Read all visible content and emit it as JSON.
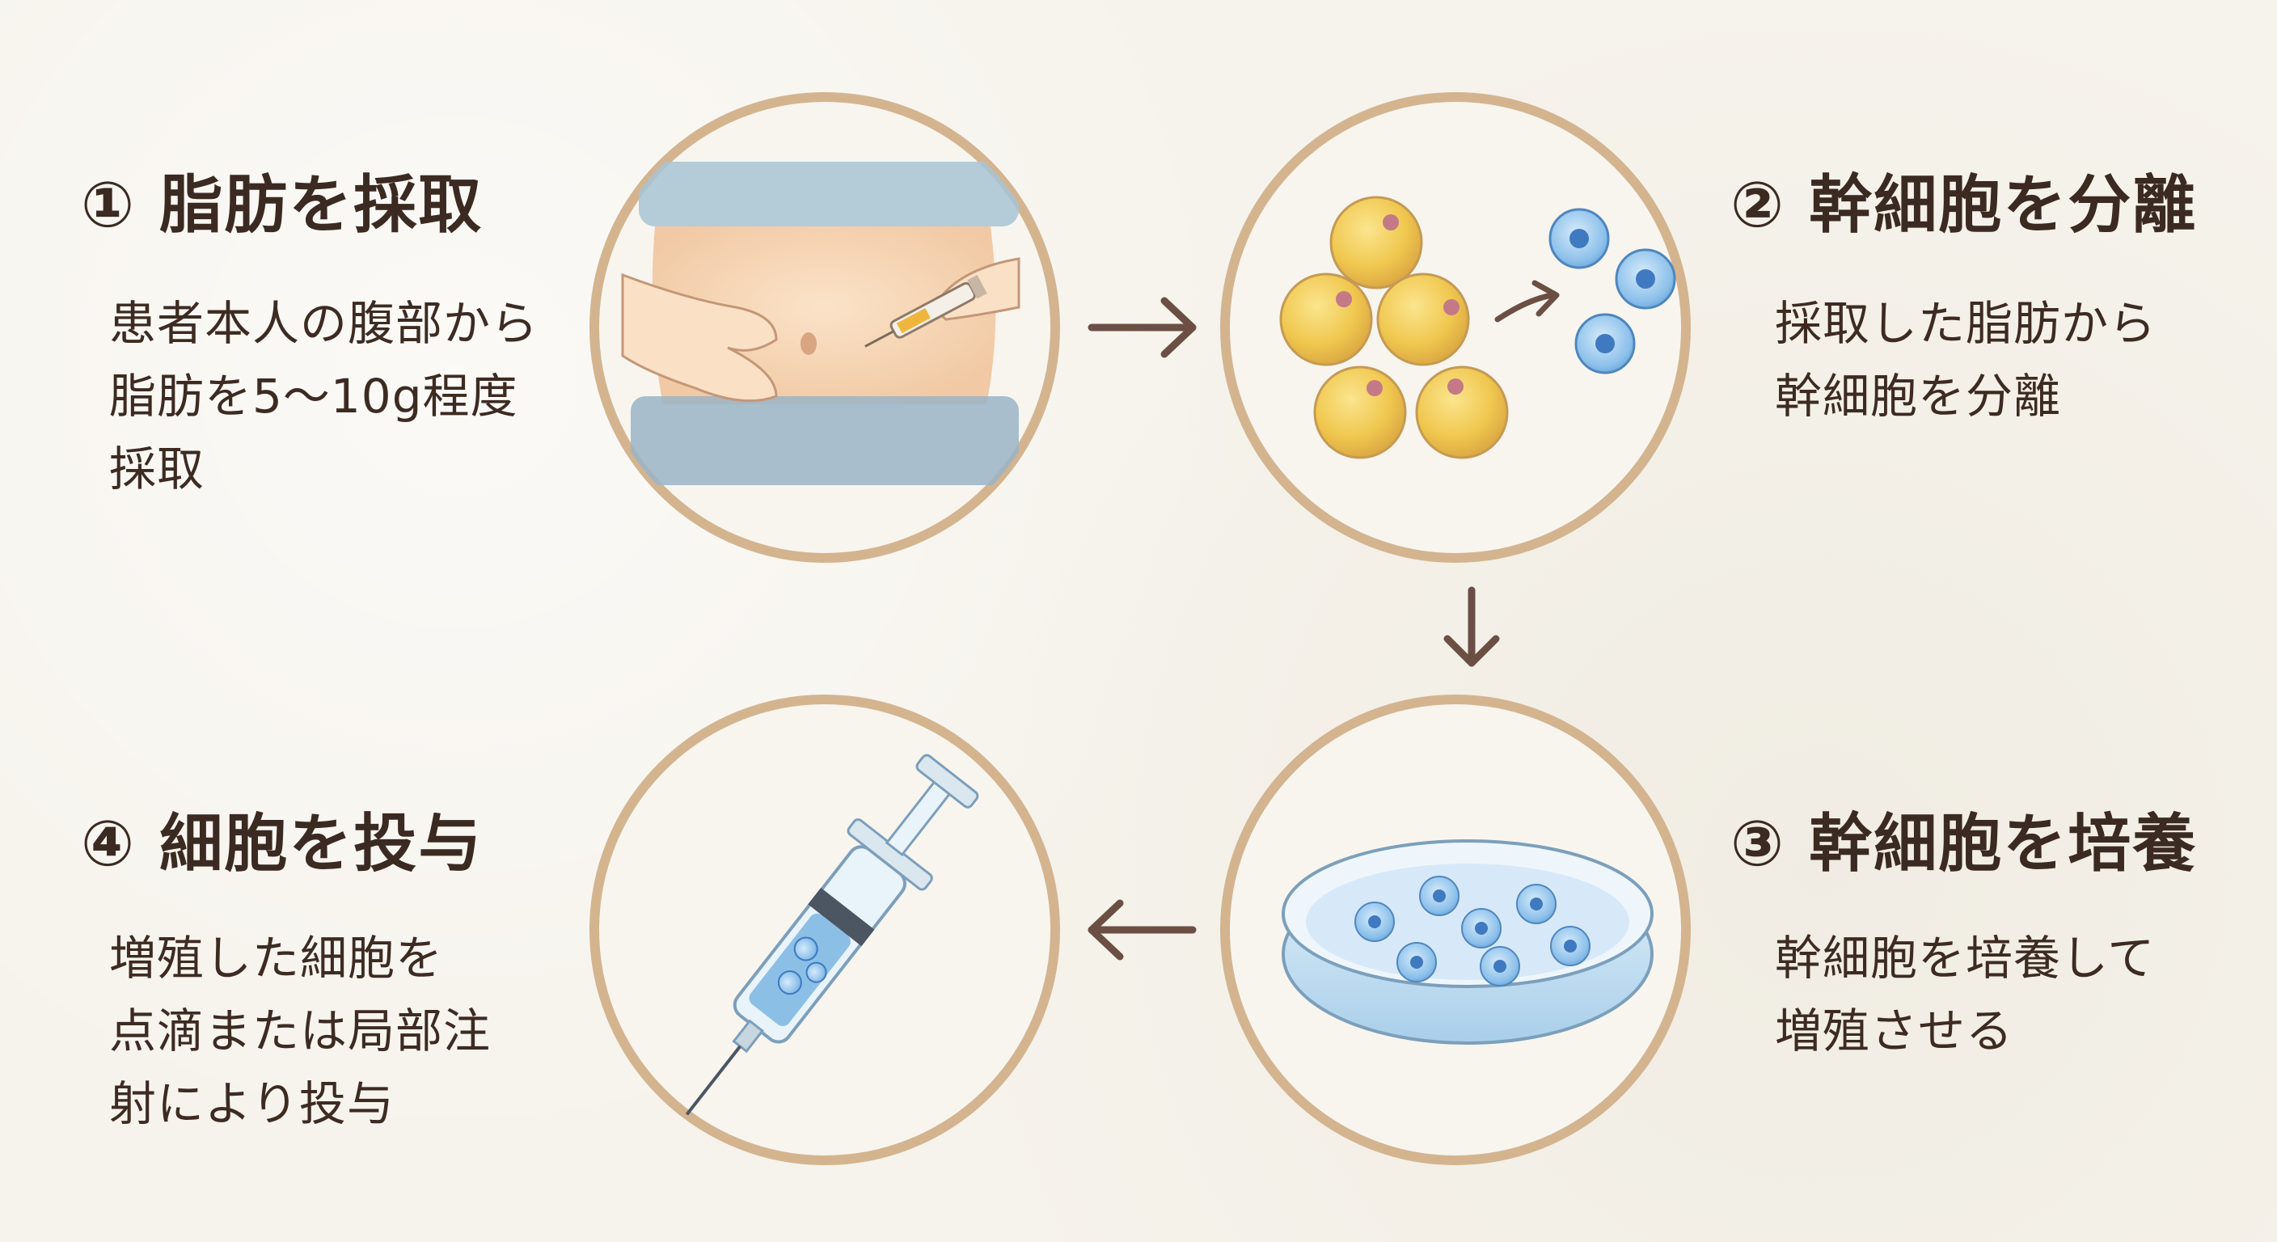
{
  "steps": [
    {
      "title": "① 脂肪を採取",
      "lines": [
        "患者本人の腹部から",
        "脂肪を5〜10g程度",
        "採取"
      ]
    },
    {
      "title": "② 幹細胞を分離",
      "lines": [
        "採取した脂肪から",
        "幹細胞を分離"
      ]
    },
    {
      "title": "③ 幹細胞を培養",
      "lines": [
        "幹細胞を培養して",
        "増殖させる"
      ]
    },
    {
      "title": "④ 細胞を投与",
      "lines": [
        "増殖した細胞を",
        "点滴または局部注",
        "射により投与"
      ]
    }
  ],
  "colors": {
    "circle_border": "#d4b48f",
    "arrow": "#6b4f44",
    "fat_cell": "#f0c850",
    "stem_cell": "#5f9bd6",
    "text": "#3b2a21"
  },
  "icons": [
    "abdomen-injection-illustration",
    "fat-and-stem-cells-illustration",
    "petri-dish-illustration",
    "syringe-illustration"
  ]
}
